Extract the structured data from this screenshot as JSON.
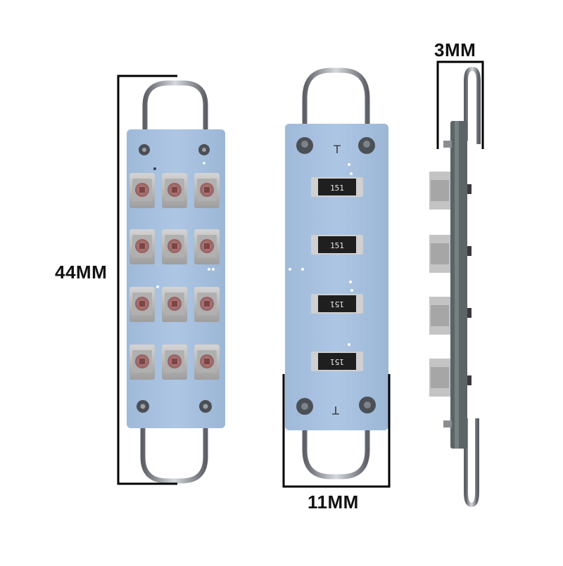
{
  "dimensions": {
    "length": "44MM",
    "width": "11MM",
    "thickness": "3MM"
  },
  "board_marks": {
    "top_mark": "T",
    "bottom_mark": "T"
  },
  "resistor_labels": [
    "151",
    "151",
    "151",
    "151"
  ],
  "colors": {
    "pcb": "#a7c1e1",
    "led_housing": "#bcbcbc",
    "led_die": "#a46f70",
    "resistor": "#1f1f1f",
    "wire": "#8a8e94",
    "dimension_line": "#000000"
  },
  "led_grid": {
    "rows": 4,
    "cols": 3
  }
}
